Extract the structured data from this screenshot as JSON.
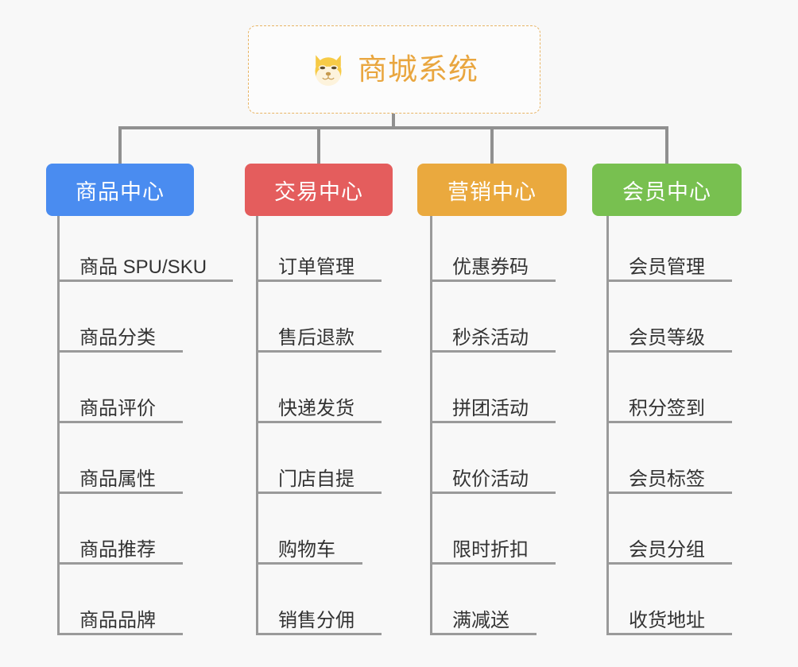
{
  "diagram": {
    "type": "mindmap-tree",
    "background_color": "#f8f8f8",
    "root": {
      "title": "商城系统",
      "icon": "dog-face-icon",
      "border_color": "#e8b464",
      "text_color": "#e9a63f",
      "background_color": "#fcfcfc"
    },
    "categories": [
      {
        "label": "商品中心",
        "color": "#4a8cf0",
        "items": [
          "商品 SPU/SKU",
          "商品分类",
          "商品评价",
          "商品属性",
          "商品推荐",
          "商品品牌"
        ]
      },
      {
        "label": "交易中心",
        "color": "#e45d5d",
        "items": [
          "订单管理",
          "售后退款",
          "快递发货",
          "门店自提",
          "购物车",
          "销售分佣"
        ]
      },
      {
        "label": "营销中心",
        "color": "#eaa93e",
        "items": [
          "优惠券码",
          "秒杀活动",
          "拼团活动",
          "砍价活动",
          "限时折扣",
          "满减送"
        ]
      },
      {
        "label": "会员中心",
        "color": "#78c050",
        "items": [
          "会员管理",
          "会员等级",
          "积分签到",
          "会员标签",
          "会员分组",
          "收货地址"
        ]
      }
    ]
  }
}
